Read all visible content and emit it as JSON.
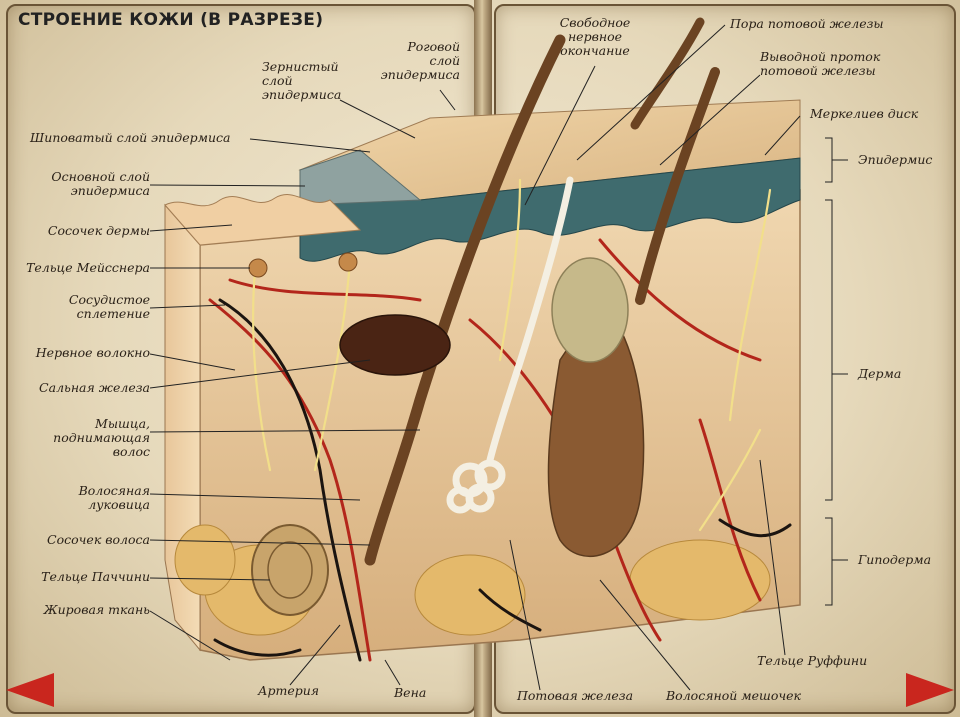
{
  "title": "СТРОЕНИЕ КОЖИ (В РАЗРЕЗЕ)",
  "labels_left": {
    "spinous_layer": "Шиповатый слой эпидермиса",
    "basal_layer": "Основной слой\nэпидермиса",
    "dermal_papilla": "Сосочек дермы",
    "meissner": "Тельце Мейсснера",
    "vascular_plexus": "Сосудистое\nсплетение",
    "nerve_fiber": "Нервное волокно",
    "sebaceous": "Сальная железа",
    "arrector_muscle": "Мышца,\nподнимающая\nволос",
    "hair_bulb": "Волосяная\nлуковица",
    "hair_papilla": "Сосочек волоса",
    "pacinian": "Тельце Паччини",
    "adipose": "Жировая ткань"
  },
  "labels_top": {
    "granular_layer": "Зернистый\nслой\nэпидермиса",
    "horny_layer": "Роговой\nслой\nэпидермиса",
    "free_nerve_ending": "Свободное\nнервное\nокончание",
    "sweat_pore": "Пора потовой железы",
    "sweat_duct": "Выводной проток\nпотовой железы",
    "merkel_disk": "Меркелиев диск"
  },
  "labels_right": {
    "epidermis": "Эпидермис",
    "dermis": "Дерма",
    "hypodermis": "Гиподерма",
    "ruffini": "Тельце Руффини"
  },
  "labels_bottom": {
    "artery": "Артерия",
    "vein": "Вена",
    "sweat_gland": "Потовая железа",
    "hair_follicle": "Волосяной мешочек"
  },
  "colors": {
    "skin": "#e9c79a",
    "epidermis": "#3f6b6e",
    "artery": "#b3261b",
    "vein": "#1b1410",
    "hair": "#6b4322",
    "nav_arrow": "#c9261e"
  }
}
